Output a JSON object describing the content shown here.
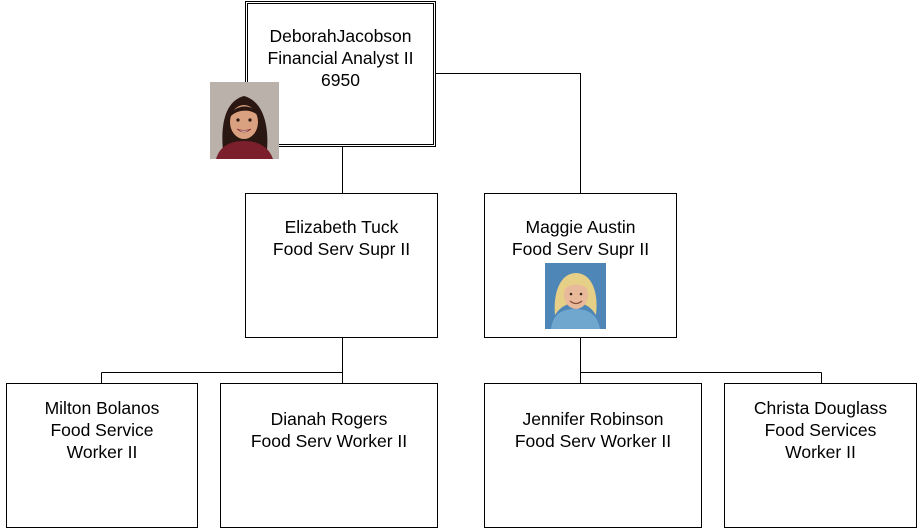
{
  "colors": {
    "line": "#000000",
    "background": "#ffffff",
    "photo_bg_deborah": "#b9b1aa",
    "photo_bg_maggie": "#4f86b8"
  },
  "root": {
    "name": "DeborahJacobson",
    "title": "Financial Analyst II",
    "code": "6950",
    "photo": "person-photo-icon"
  },
  "managers": [
    {
      "name": "Elizabeth Tuck",
      "title": "Food Serv Supr II"
    },
    {
      "name": "Maggie Austin",
      "title": "Food Serv Supr II",
      "photo": "person-photo-icon"
    }
  ],
  "workers": [
    {
      "lines": [
        "Milton Bolanos",
        "Food Service",
        "Worker II"
      ]
    },
    {
      "lines": [
        "Dianah Rogers",
        "Food Serv Worker II"
      ]
    },
    {
      "lines": [
        "Jennifer Robinson",
        "Food Serv Worker II"
      ]
    },
    {
      "lines": [
        "Christa Douglass",
        "Food Services",
        "Worker II"
      ]
    }
  ]
}
